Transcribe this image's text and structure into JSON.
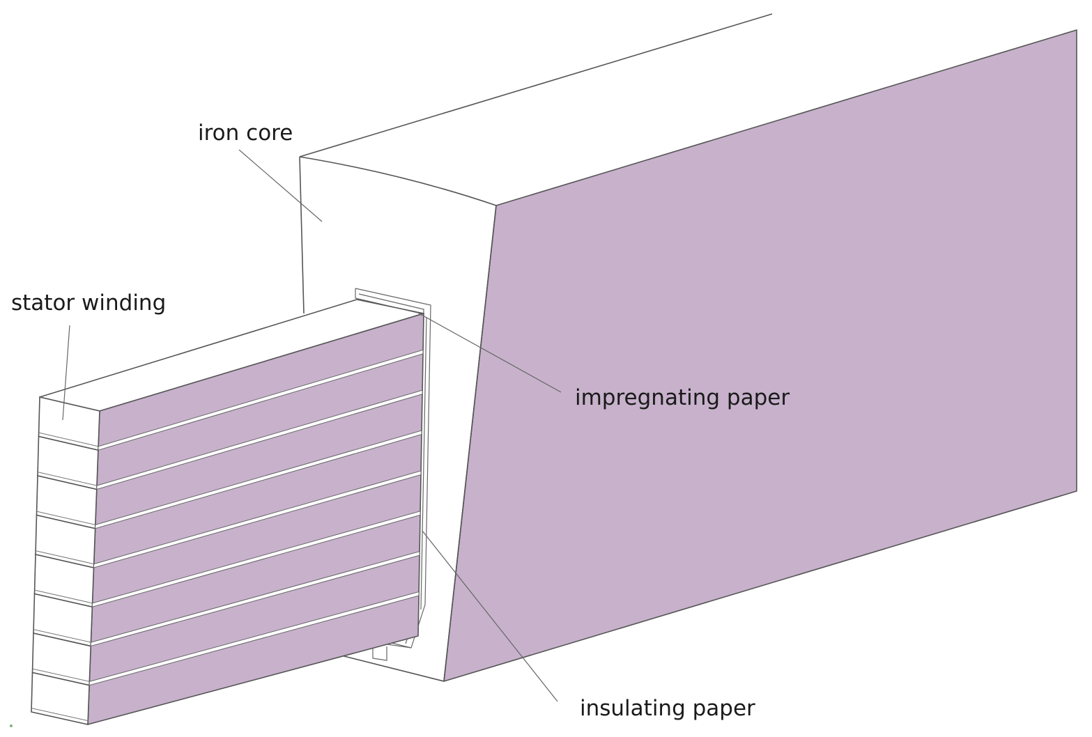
{
  "labels": {
    "iron_core": "iron core",
    "stator_winding": "stator winding",
    "impregnating_paper": "impregnating paper",
    "insulating_paper": "insulating paper"
  },
  "colors": {
    "purple_face": "#c7b1cb",
    "line": "#555555",
    "background": "#ffffff"
  }
}
